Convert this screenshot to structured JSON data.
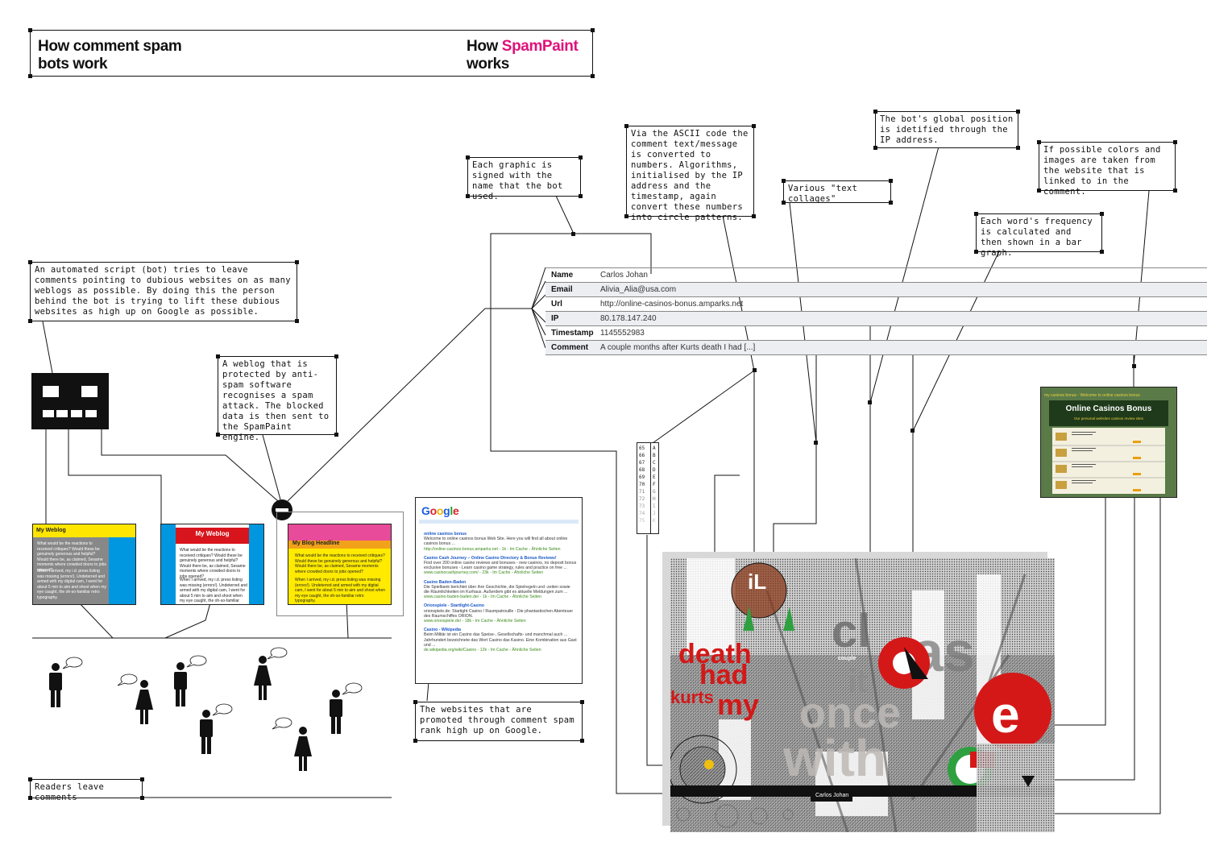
{
  "header": {
    "left_title_line1": "How comment spam",
    "left_title_line2": "bots work",
    "right_title_prefix": "How ",
    "right_title_brand": "SpamPaint",
    "right_title_line2": "works",
    "brand_color": "#e0127a"
  },
  "notes": {
    "bot": "An automated script (bot) tries to leave comments pointing to dubious websites on as many weblogs as possible.  By doing this the person behind the bot is trying to lift these dubious websites as high up on Google as possible.",
    "weblog_protected": "A weblog that is protected by anti-spam software recognises a spam attack. The blocked data is then sent to the SpamPaint engine.",
    "readers": "Readers leave comments",
    "google": "The websites that are promoted through comment spam rank high up on Google.",
    "signed": "Each graphic is signed with the name that the bot used.",
    "ascii": "Via the ASCII code the comment text/message is converted to numbers. Algorithms, initialised by the IP address and the timestamp, again convert these numbers into circle patterns.",
    "collages": "Various \"text collages\"",
    "ip_position": "The bot's global position is idetified through the IP address.",
    "frequency": "Each word's frequency is calculated and then shown in a bar graph.",
    "colors": "If possible colors and images are taken from the website that is linked to in the comment."
  },
  "spam_data": [
    {
      "key": "Name",
      "value": "Carlos Johan"
    },
    {
      "key": "Email",
      "value": "Alivia_Alia@usa.com"
    },
    {
      "key": "Url",
      "value": "http://online-casinos-bonus.amparks.net"
    },
    {
      "key": "IP",
      "value": "80.178.147.240"
    },
    {
      "key": "Timestamp",
      "value": "1145552983"
    },
    {
      "key": "Comment",
      "value": "A couple months after Kurts death I had [...]"
    }
  ],
  "blogs": {
    "blog1_title": "My Weblog",
    "blog2_title": "My Weblog",
    "blog3_title": "My Blog Headline",
    "blog_text": "What would be the reactions to received critiques? Would these be genuinely generous and helpful? Would there be, as claimed, Sesame moments where crowded doors to jobs opened?",
    "blog_text2": "When I arrived, my i.d. press listing was missing (errors!). Undeterred and armed with my digital cam, I went for about 5 min to aim and shoot when my eye caught, the oh-so-familiar retro typography."
  },
  "google": {
    "logo": "Google",
    "results": [
      {
        "title": "online casinos bonus",
        "text": "Welcome to online casinos bonus Web Site. Here you will find all about online casinos bonus ...",
        "url": "http://online-casinos-bonus.amparks.net - 1k - Im Cache - Ähnliche Seiten"
      },
      {
        "title": "Casino Cash Journey – Online Casino Directory & Bonus Reviews!",
        "text": "Find over 200 online casino reviews and bonuses - new casinos, no deposit bonus exclusive bonuses - Learn casino game strategy, rules and practice on free ...",
        "url": "www.casinocashjourney.com/ - 23k - Im Cache - Ähnliche Seiten"
      },
      {
        "title": "Casino Baden-Baden",
        "text": "Die Spielbank berichtet über ihre Geschichte, die Spielregeln und -zeiten sowie die Räumlichkeiten im Kurhaus. Außerdem gibt es aktuelle Meldungen zum ...",
        "url": "www.casino-baden-baden.de/ - 1k - Im Cache - Ähnliche Seiten"
      },
      {
        "title": "Orionspiele - Startlight-Casino",
        "text": "orionspiele.de: Startight Casino / Raumpatrouille - Die phantastischen Abenteuer des Raumschiffes ORION.",
        "url": "www.orionspiele.de/ - 18k - Im Cache - Ähnliche Seiten"
      },
      {
        "title": "Casino - Wikipedia",
        "text": "Beim Militär ist ein Casino das Speise-, Gesellschafts- und manchmal auch ... Jahrhundert bezeichnete das Wort Casino das Kasino. Eine Kombination aus Gast und ...",
        "url": "de.wikipedia.org/wiki/Casino - 12k - Im Cache - Ähnliche Seiten"
      }
    ]
  },
  "ascii_codes": [
    "65",
    "66",
    "67",
    "68",
    "69",
    "70",
    "71",
    "72",
    "73",
    "74",
    "75"
  ],
  "ascii_letters": [
    "A",
    "B",
    "C",
    "D",
    "E",
    "F",
    "G",
    "H",
    "I",
    "J",
    "K"
  ],
  "casino_site": {
    "header": "my casinos bonus - Welcome to online casinos bonus",
    "title": "Online Casinos Bonus",
    "subtitle": "Our personal websites casinos review sites"
  },
  "artwork": {
    "signature": "Carlos Johan",
    "words": [
      "death",
      "had",
      "kurts",
      "my",
      "with",
      "couple",
      "once"
    ]
  }
}
